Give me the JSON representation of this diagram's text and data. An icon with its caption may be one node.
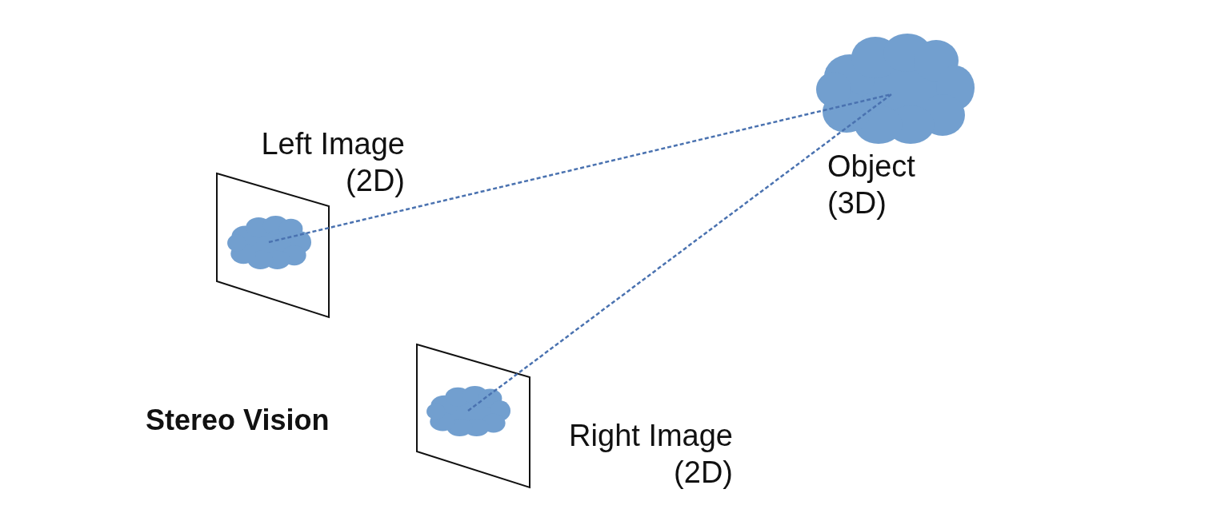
{
  "diagram": {
    "title": "Stereo Vision",
    "nodes": [
      {
        "text": [
          "Left Image (2D)"
        ]
      },
      {
        "text": [],
        "shape": "cloud",
        "in": 0
      },
      {
        "text": [
          "Object (3D)"
        ]
      },
      {
        "text": [
          "Right Image (2D)"
        ]
      },
      {
        "text": [],
        "shape": "cloud",
        "in": 3
      }
    ],
    "edges": [
      {
        "from": 1,
        "to": 2,
        "arrow": "none",
        "style": "dashed"
      },
      {
        "from": 4,
        "to": 2,
        "arrow": "none",
        "style": "dashed"
      }
    ]
  }
}
